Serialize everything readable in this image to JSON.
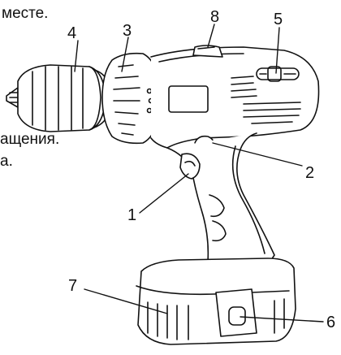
{
  "text_fragments": {
    "top": "месте.",
    "mid": "ащения.",
    "low": "а."
  },
  "callouts": {
    "c1": "1",
    "c2": "2",
    "c3": "3",
    "c4": "4",
    "c5": "5",
    "c6": "6",
    "c7": "7",
    "c8": "8"
  },
  "colors": {
    "ink": "#111111",
    "background": "#ffffff"
  }
}
